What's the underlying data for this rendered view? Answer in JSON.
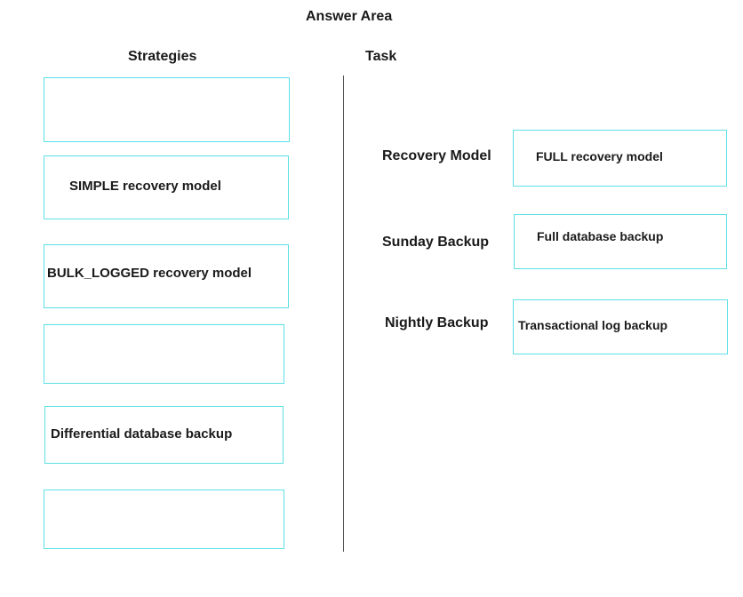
{
  "answer_area": {
    "title": "Answer Area"
  },
  "strategies": {
    "header": "Strategies",
    "items": [
      {
        "label": ""
      },
      {
        "label": "SIMPLE recovery model"
      },
      {
        "label": "BULK_LOGGED recovery model"
      },
      {
        "label": ""
      },
      {
        "label": "Differential database backup"
      },
      {
        "label": ""
      }
    ]
  },
  "task": {
    "header": "Task",
    "rows": [
      {
        "label": "Recovery Model",
        "answer": "FULL recovery model"
      },
      {
        "label": "Sunday Backup",
        "answer": "Full database backup"
      },
      {
        "label": "Nightly Backup",
        "answer": "Transactional log backup"
      }
    ]
  },
  "colors": {
    "slot_border": "#5ee0e6",
    "divider": "#555555",
    "text": "#1a1a1a"
  }
}
